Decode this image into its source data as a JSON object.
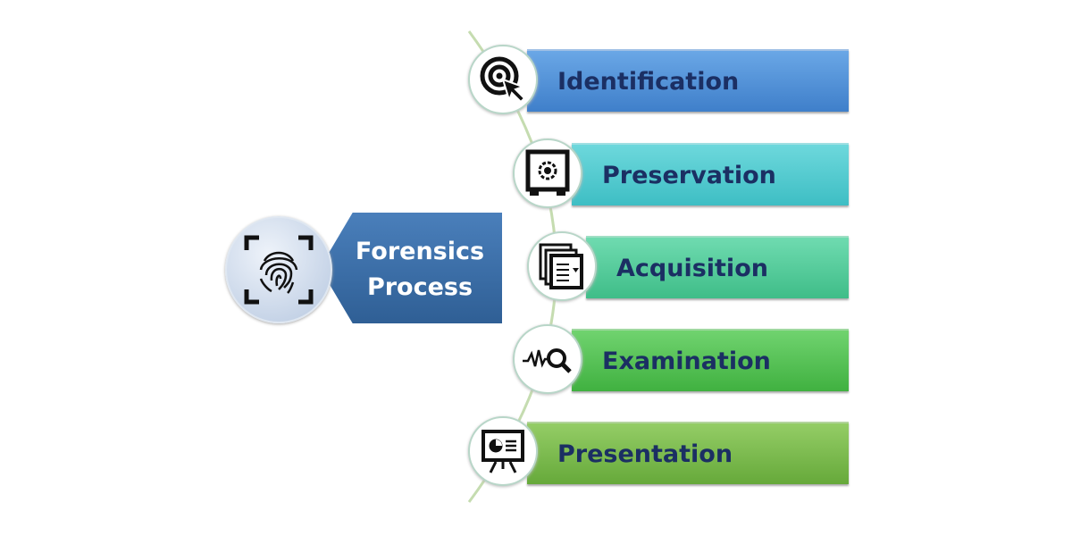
{
  "center": {
    "label_line1": "Forensics",
    "label_line2": "Process",
    "icon": "fingerprint-icon"
  },
  "steps": [
    {
      "label": "Identification",
      "icon": "target-cursor-icon",
      "color": "#4f8fd6"
    },
    {
      "label": "Preservation",
      "icon": "safe-icon",
      "color": "#49c6cc"
    },
    {
      "label": "Acquisition",
      "icon": "documents-icon",
      "color": "#4cc996"
    },
    {
      "label": "Examination",
      "icon": "waveform-magnifier-icon",
      "color": "#52c155"
    },
    {
      "label": "Presentation",
      "icon": "presentation-board-icon",
      "color": "#78b848"
    }
  ]
}
